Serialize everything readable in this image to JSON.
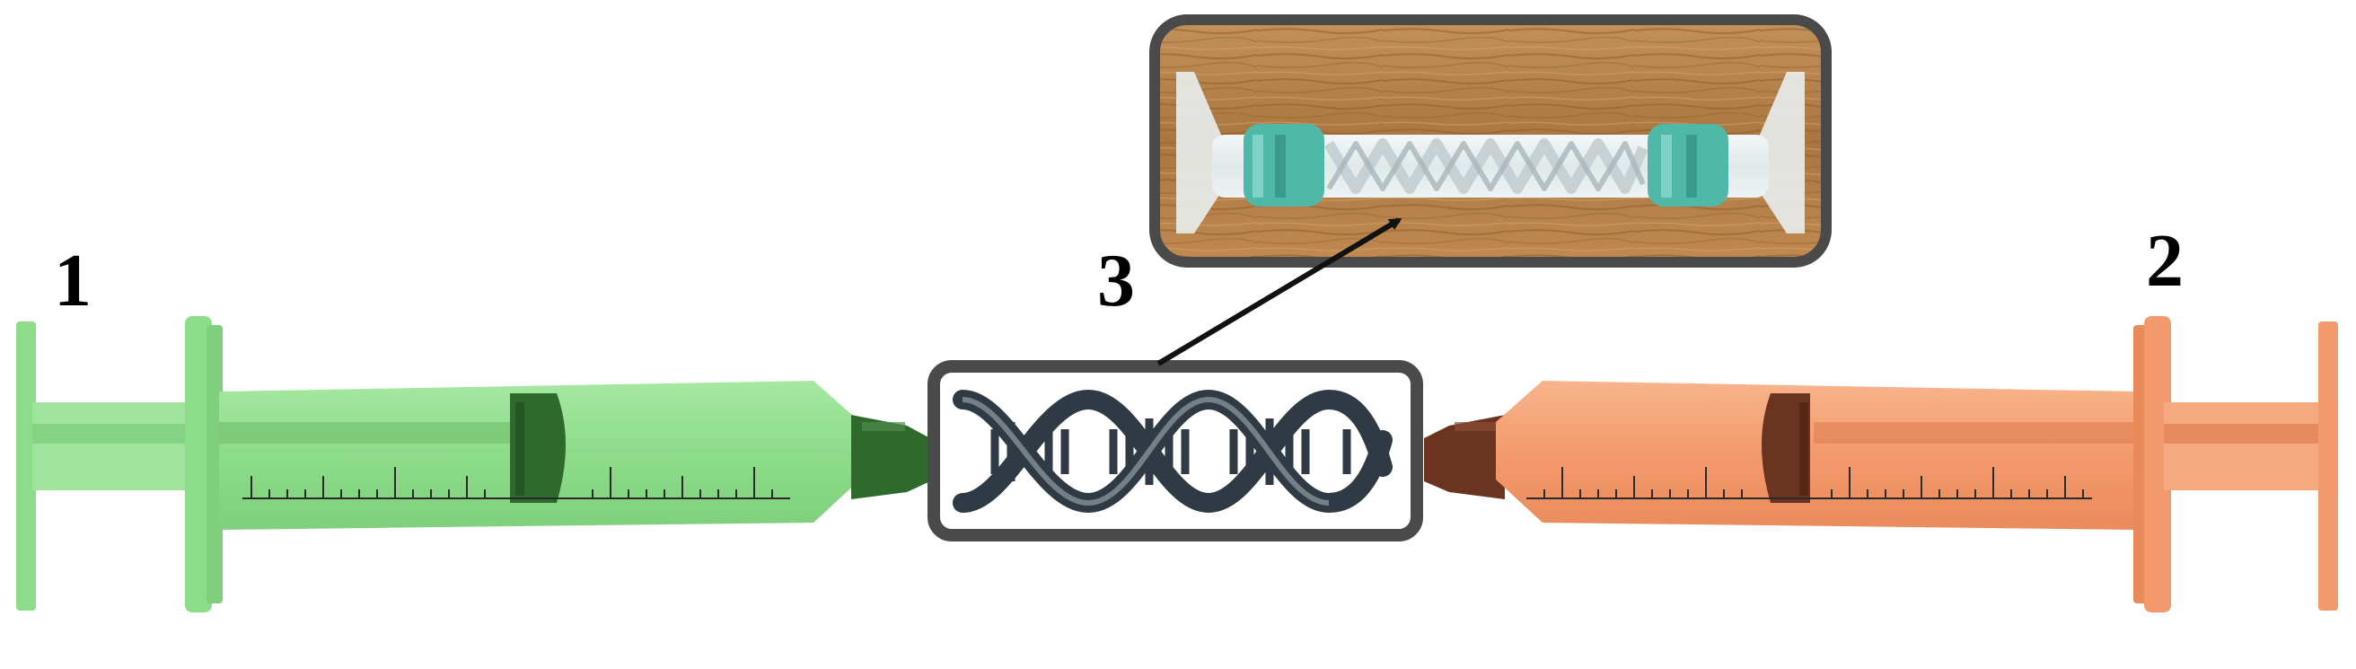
{
  "labels": {
    "left_syringe": "1",
    "right_syringe": "2",
    "mixer": "3"
  },
  "colors": {
    "left_syringe_body": "#8ddc8a",
    "left_syringe_dark": "#2f6a2d",
    "right_syringe_body": "#f39a6c",
    "right_syringe_dark": "#6b3421",
    "frame_border": "#4a4a4a",
    "dna_strand": "#2f3a45",
    "wood": "#b5834a",
    "mixer_teal": "#4fb8a8"
  },
  "icons": [
    "dna-helix-icon",
    "static-mixer-photo"
  ]
}
